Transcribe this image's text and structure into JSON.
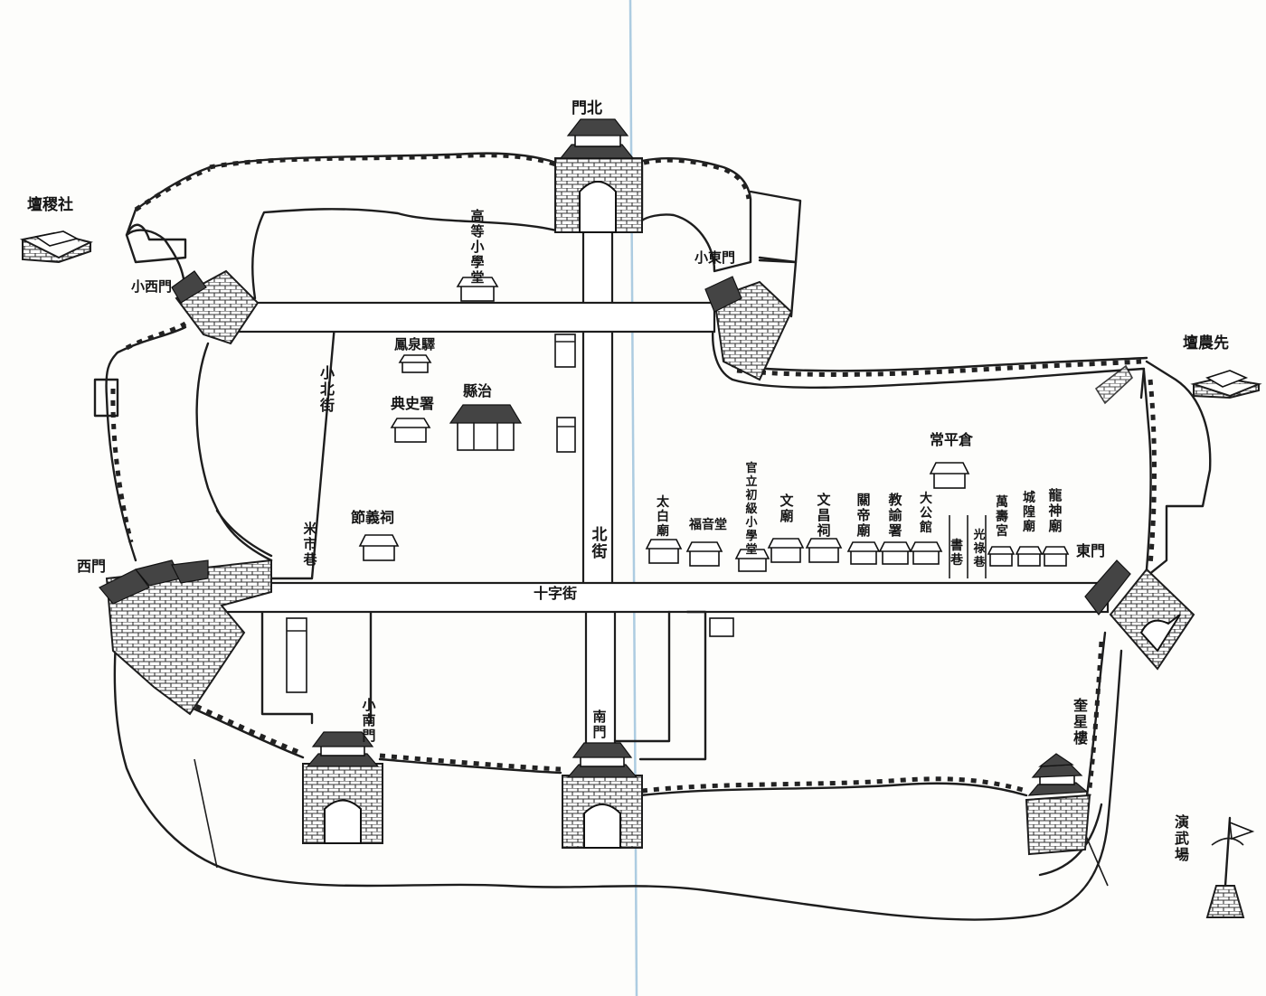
{
  "labels": {
    "north_gate": "門北",
    "sheji_altar": "壇稷社",
    "xiannong_altar": "壇農先",
    "higher_school": "高等小學堂",
    "small_east_gate": "小東門",
    "small_west_gate": "小西門",
    "fengquan": "鳳泉驛",
    "dianshi": "典史署",
    "county_office": "縣治",
    "xiaobei_street": "小北街",
    "jieyi_shrine": "節義祠",
    "mishi_lane": "米市巷",
    "changping": "常平倉",
    "north_street": "北街",
    "taibai": "太白廟",
    "fuyin": "福音堂",
    "primary_school": "官立初級小學堂",
    "wen_temple": "文廟",
    "wenchang": "文昌祠",
    "guandi": "關帝廟",
    "jiaoyu": "教諭署",
    "dagong": "大公館",
    "shu_lane": "書巷",
    "guanglu_lane": "光祿巷",
    "wanshou": "萬壽宮",
    "chenghuang": "城隍廟",
    "longshen": "龍神廟",
    "east_gate": "東門",
    "west_gate": "西門",
    "crossroads": "十字街",
    "south_gate": "南門",
    "small_south_gate": "小南門",
    "kuixing": "奎星樓",
    "yanwu": "演武場"
  }
}
